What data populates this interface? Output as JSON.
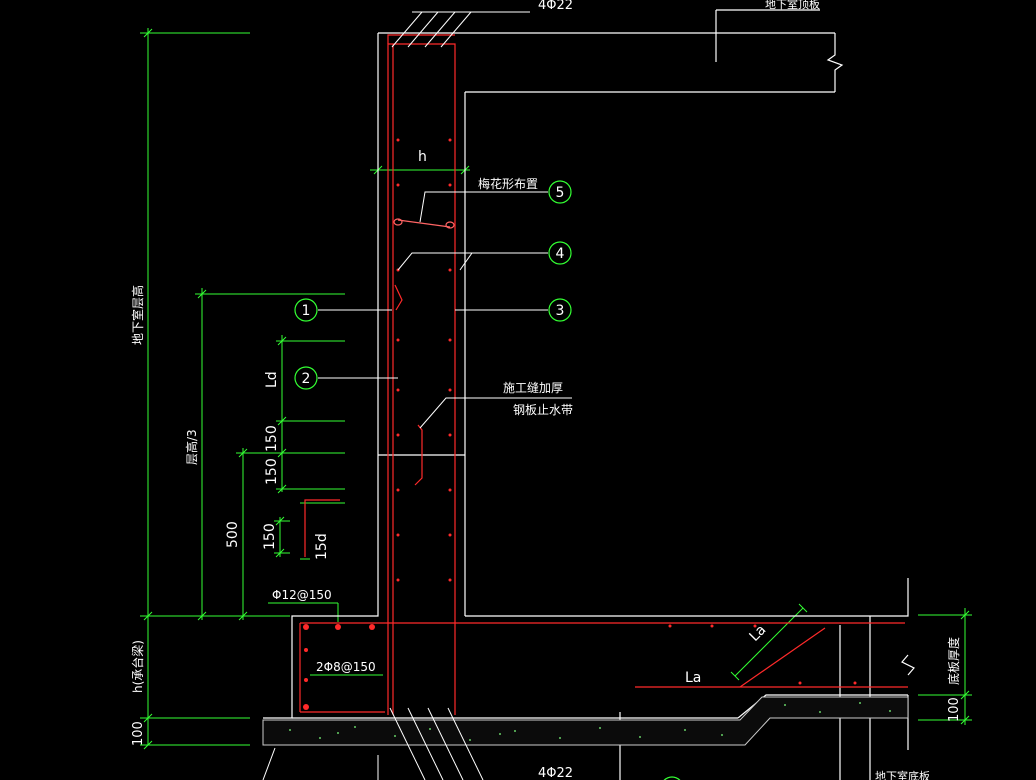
{
  "colors": {
    "background": "#000000",
    "wall": "#ffffff",
    "rebar": "#ff2a2a",
    "dimension": "#33ff33",
    "leader": "#ffffff",
    "concrete": "#c9c9c9"
  },
  "labels": {
    "top_rebar": "4Φ22",
    "bottom_rebar": "4Φ22",
    "slab_note": "地下室顶板",
    "h": "h",
    "plum_layout": "梅花形布置",
    "construction_joint": "施工缝加厚",
    "steel_waterstop": "钢板止水带",
    "left_dim_total": "地下室层高",
    "left_dim_floor": "层高/3",
    "ld": "Ld",
    "dim_150a": "150",
    "dim_150b": "150",
    "dim_500": "500",
    "dim_150c": "150",
    "dim_15d": "15d",
    "bar_phi12": "Φ12@150",
    "bar_phi8": "2Φ8@150",
    "h_beam": "h(承台梁)",
    "dim_100_left": "100",
    "dim_100_right": "100",
    "base_thickness": "底板厚度",
    "la_upper": "La",
    "la_lower": "La",
    "bottom_note": "地下室底板"
  },
  "callouts": [
    {
      "num": "1"
    },
    {
      "num": "2"
    },
    {
      "num": "3"
    },
    {
      "num": "4"
    },
    {
      "num": "5"
    }
  ]
}
